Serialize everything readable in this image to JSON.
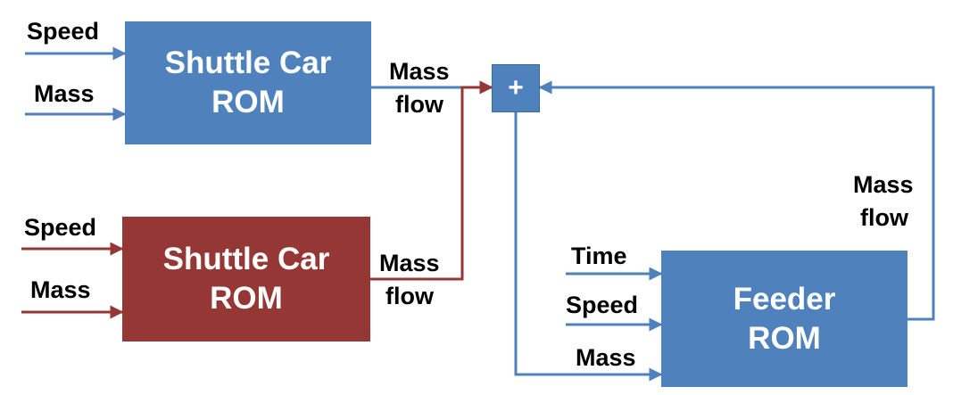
{
  "blocks": {
    "shuttle_top": {
      "line1": "Shuttle Car",
      "line2": "ROM",
      "color": "#4f81bd"
    },
    "shuttle_bottom": {
      "line1": "Shuttle Car",
      "line2": "ROM",
      "color": "#953735"
    },
    "feeder": {
      "line1": "Feeder",
      "line2": "ROM",
      "color": "#4f81bd"
    },
    "sum": {
      "symbol": "+"
    }
  },
  "labels": {
    "top_speed": "Speed",
    "top_mass": "Mass",
    "top_out_1": "Mass",
    "top_out_2": "flow",
    "bottom_speed": "Speed",
    "bottom_mass": "Mass",
    "bottom_out_1": "Mass",
    "bottom_out_2": "flow",
    "feeder_time": "Time",
    "feeder_speed": "Speed",
    "feeder_mass": "Mass",
    "feeder_out_1": "Mass",
    "feeder_out_2": "flow"
  },
  "colors": {
    "blue_line": "#4f81bd",
    "red_line": "#953735"
  }
}
